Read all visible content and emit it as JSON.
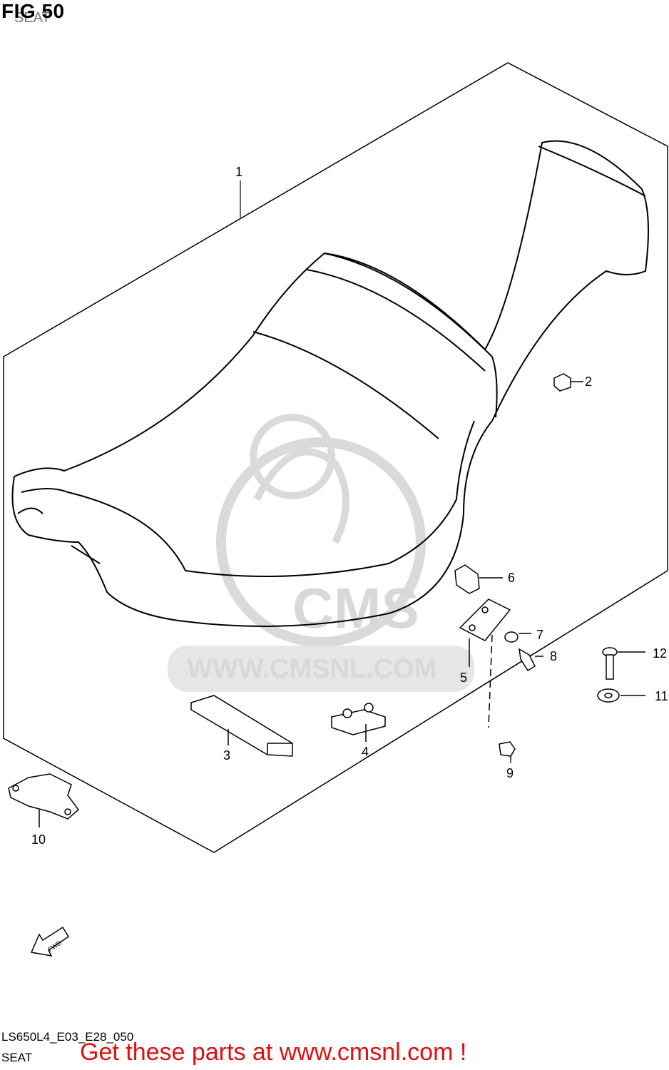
{
  "header": {
    "fig_title": "FIG 50",
    "fig_subtitle": "SEAT"
  },
  "watermark": {
    "logo_text": "CMS",
    "url_text": "WWW.CMSNL.COM"
  },
  "callouts": [
    "1",
    "2",
    "3",
    "4",
    "5",
    "6",
    "7",
    "8",
    "9",
    "10",
    "11",
    "12"
  ],
  "fwd_label": "FWD",
  "footer": {
    "code": "LS650L4_E03_E28_050",
    "name": "SEAT",
    "promo": "Get these parts at www.cmsnl.com !"
  },
  "colors": {
    "promo": "#e01010",
    "watermark": "#d8d8d8",
    "line": "#000000"
  }
}
